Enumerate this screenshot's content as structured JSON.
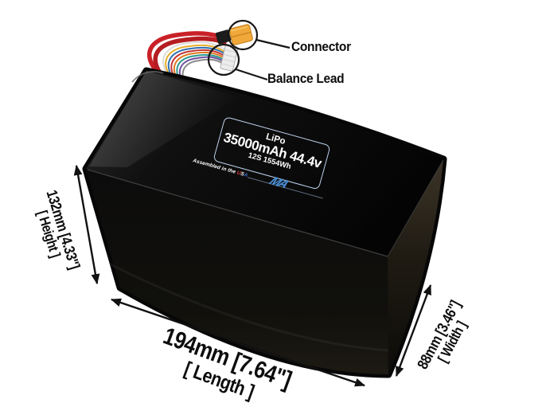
{
  "product": {
    "callouts": {
      "connector": "Connector",
      "balance_lead": "Balance Lead"
    },
    "battery_label": {
      "chemistry": "LiPo",
      "capacity_voltage": "35000mAh 44.4v",
      "cell_config": "12S 1554Wh",
      "assembled_prefix": "Assembled in the",
      "usa_u": "U",
      "usa_s": "S",
      "usa_a": "A",
      "logo_text": "MA"
    },
    "dimensions": {
      "height_value": "132mm [4.33\"]",
      "height_label": "[ Height ]",
      "length_value": "194mm [7.64\"]",
      "length_label": "[ Length ]",
      "width_value": "88mm [3.46\"]",
      "width_label": "[ Width ]"
    },
    "icons": {
      "xt90_connector": "xt-plug-icon",
      "balance_connector": "balance-plug-icon",
      "dimension_arrow": "double-arrow-icon",
      "callout_circle": "magnifier-circle-icon"
    },
    "colors": {
      "battery": "#0a0a0a",
      "connector_yellow": "#f0a83a",
      "power_wire_red": "#c92127",
      "label_border": "#bdd2ea",
      "logo_blue": "#4a8fd4",
      "annotation": "#111111"
    }
  }
}
